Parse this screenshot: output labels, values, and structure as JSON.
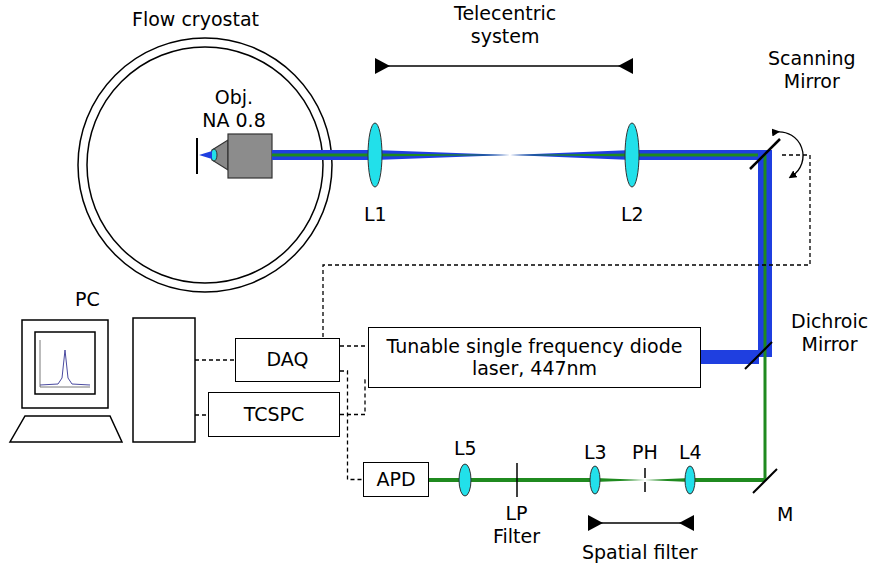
{
  "diagram": {
    "nodes": [
      {
        "text": [
          "Tunable single frequency diode laser, 447nm"
        ]
      },
      {
        "text": [
          "DAQ"
        ]
      },
      {
        "text": [
          "TCSPC"
        ]
      },
      {
        "text": [
          "APD"
        ]
      }
    ],
    "edges": [
      {
        "from": 1,
        "to": 0,
        "arrow": "none"
      },
      {
        "from": 1,
        "to": 3,
        "arrow": "none"
      },
      {
        "from": 2,
        "to": 0,
        "arrow": "none"
      }
    ],
    "labels": [
      "Flow cryostat",
      "Telecentric system",
      "Scanning Mirror",
      "Obj. NA 0.8",
      "L1",
      "L2",
      "PC",
      "Dichroic Mirror",
      "L5",
      "L3",
      "PH",
      "L4",
      "M",
      "LP Filter",
      "Spatial filter"
    ]
  }
}
